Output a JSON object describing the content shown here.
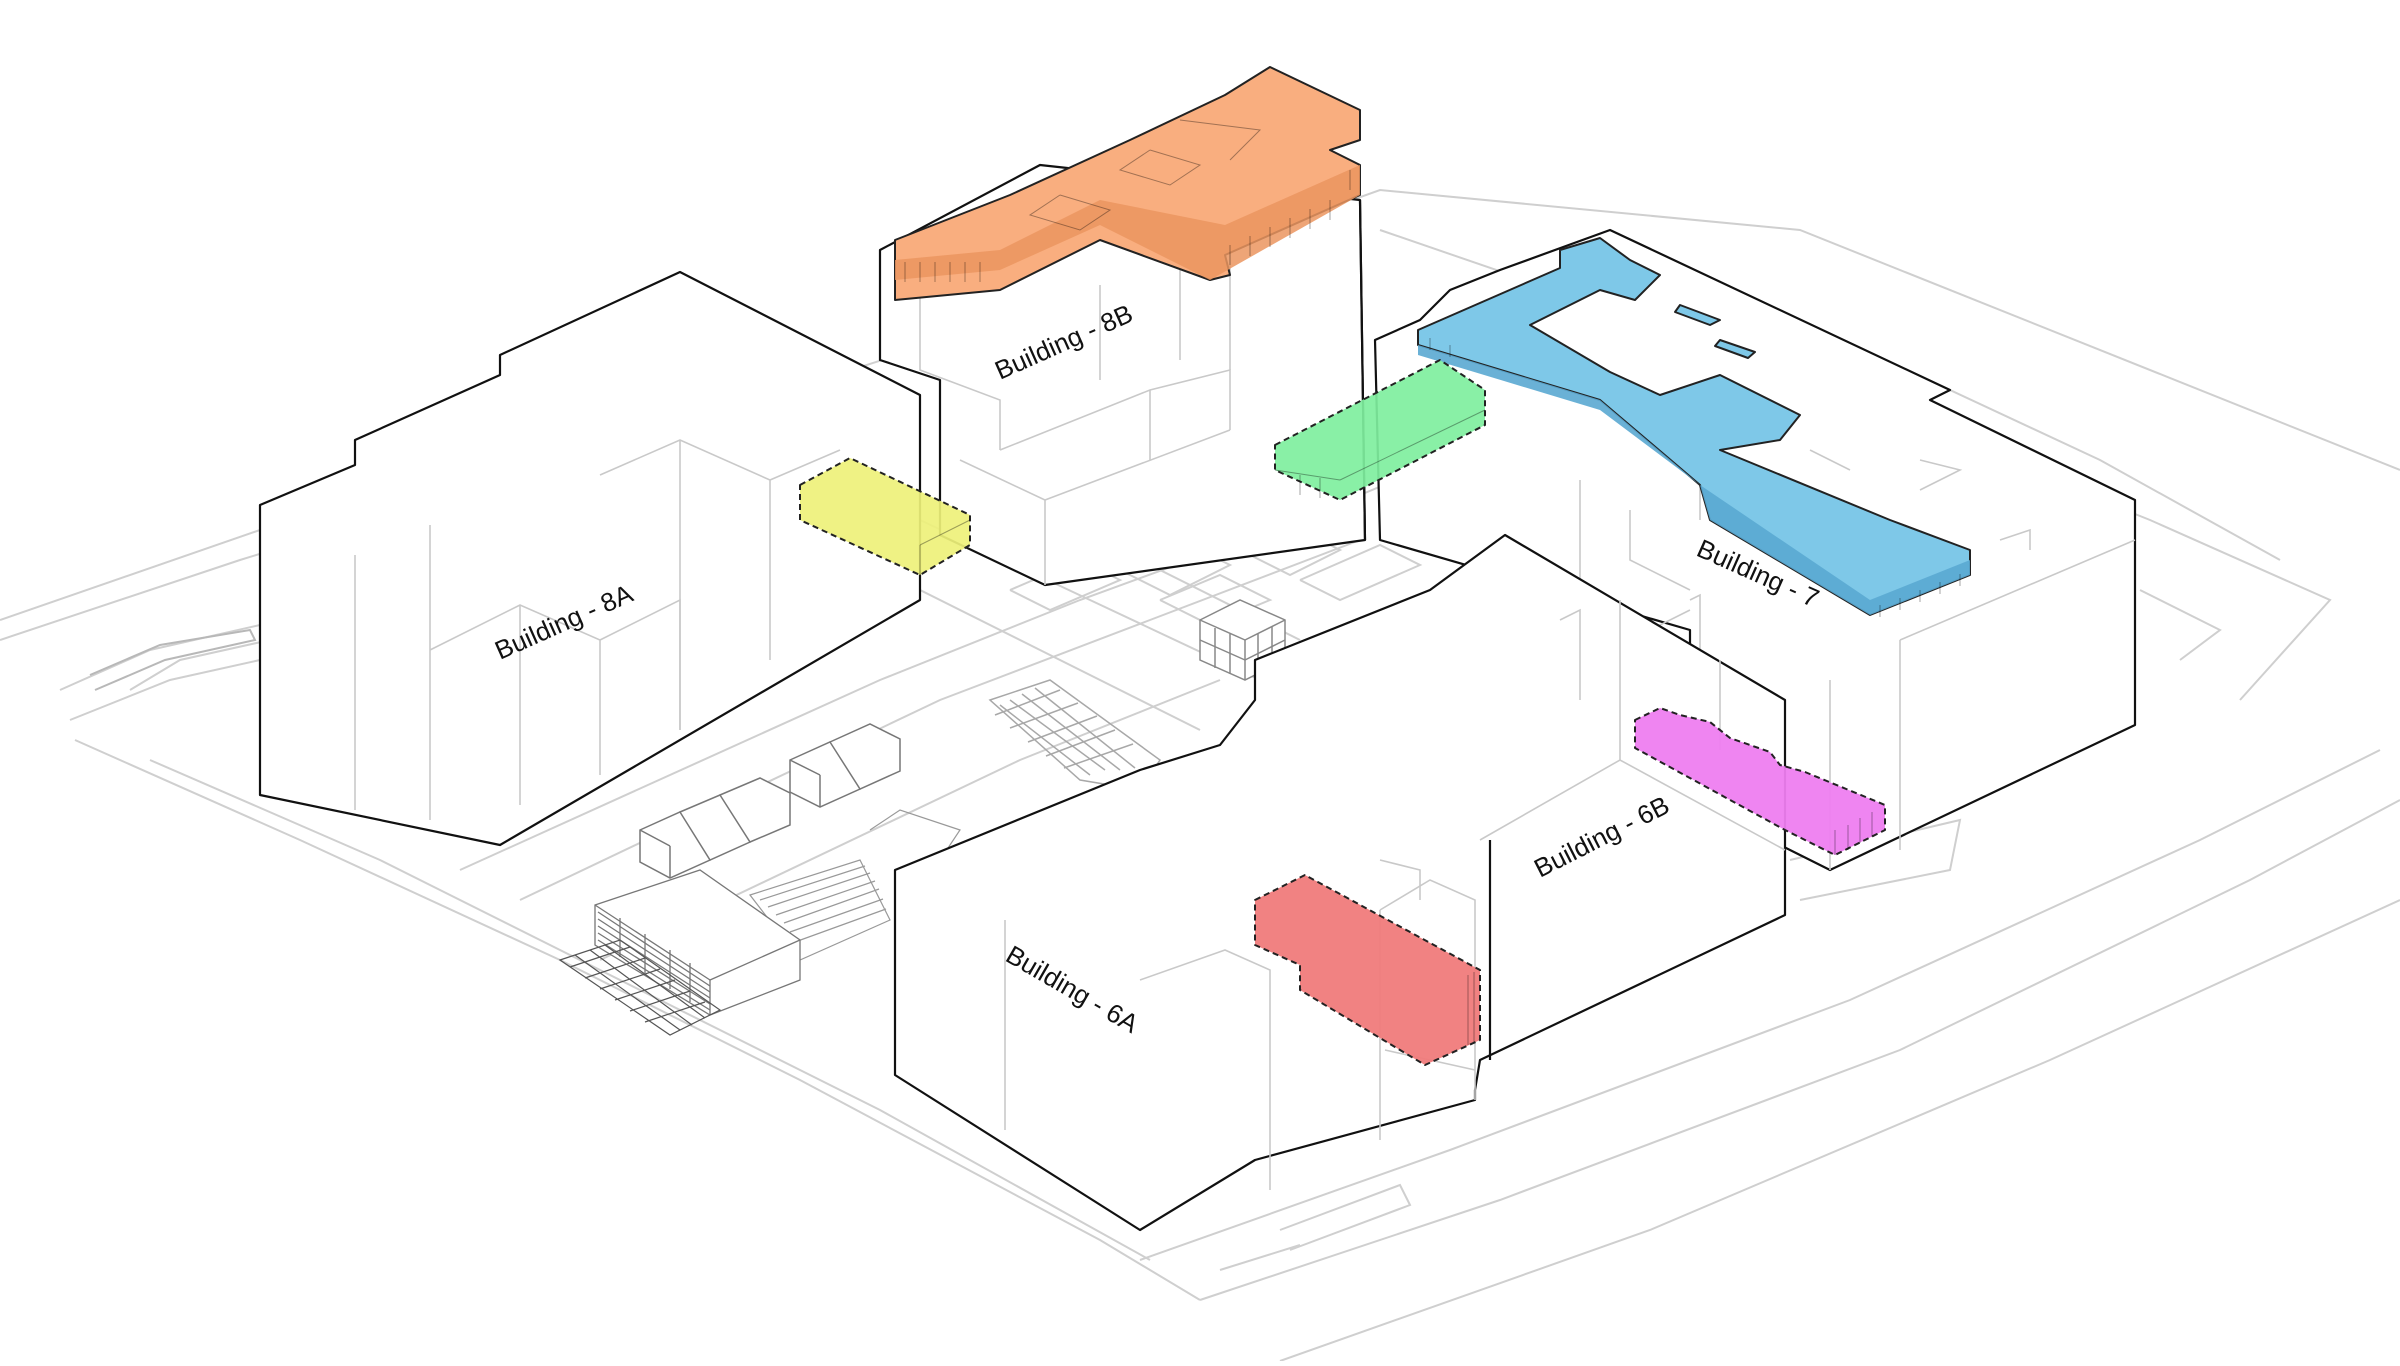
{
  "labels": {
    "b8a": "Building - 8A",
    "b8b": "Building - 8B",
    "b7": "Building - 7",
    "b6a": "Building - 6A",
    "b6b": "Building - 6B"
  },
  "colors": {
    "orange": "#f9ae7f",
    "blue": "#7ec8e8",
    "green": "#7fef9e",
    "yellow": "#eef17a",
    "magenta": "#ee7ef0",
    "red": "#f07b7b"
  }
}
